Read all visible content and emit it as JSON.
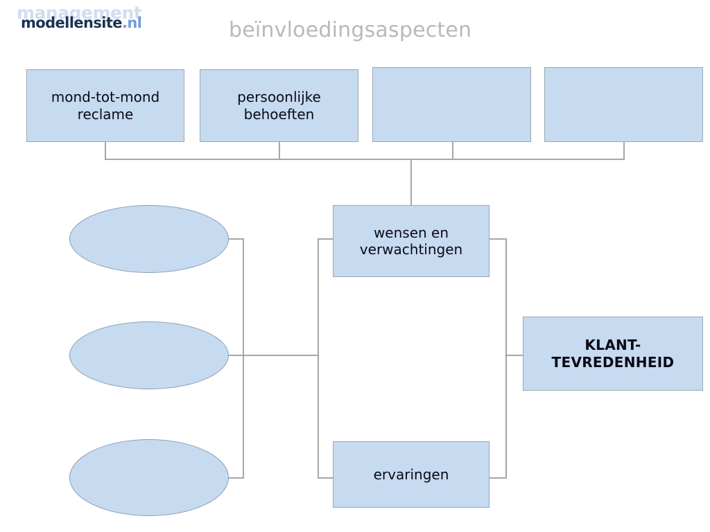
{
  "logo": {
    "top_text": "management",
    "name": "modellensite",
    "tld": ".nl"
  },
  "title": "beïnvloedingsaspecten",
  "colors": {
    "node_fill": "#c6daf0",
    "node_border": "#9aa7b4",
    "connector": "#a6a6a6",
    "title_text": "#b9b9b9",
    "logo_dark": "#1b3252",
    "logo_light": "#cfdef0",
    "logo_tld": "#6d9ed6"
  },
  "diagram": {
    "top_row": [
      {
        "label": "mond-tot-mond reclame"
      },
      {
        "label": "persoonlijke behoeften"
      },
      {
        "label": ""
      },
      {
        "label": ""
      }
    ],
    "ellipses": [
      {
        "label": ""
      },
      {
        "label": ""
      },
      {
        "label": ""
      }
    ],
    "middle": [
      {
        "label": "wensen en verwachtingen"
      },
      {
        "label": "ervaringen"
      }
    ],
    "outcome": {
      "label": "KLANT-TEVREDENHEID"
    }
  }
}
